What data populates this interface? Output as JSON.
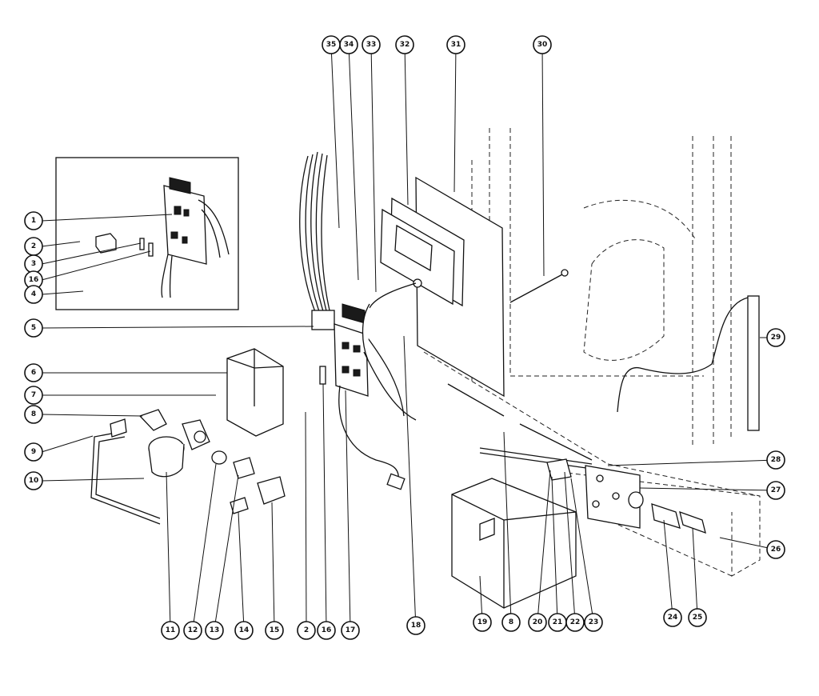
{
  "colors": {
    "ink": "#111111",
    "paper": "#ffffff"
  },
  "callouts": [
    {
      "id": "c1",
      "label": "1"
    },
    {
      "id": "c2a",
      "label": "2"
    },
    {
      "id": "c3",
      "label": "3"
    },
    {
      "id": "c16a",
      "label": "16"
    },
    {
      "id": "c4",
      "label": "4"
    },
    {
      "id": "c5",
      "label": "5"
    },
    {
      "id": "c6",
      "label": "6"
    },
    {
      "id": "c7",
      "label": "7"
    },
    {
      "id": "c8a",
      "label": "8"
    },
    {
      "id": "c9",
      "label": "9"
    },
    {
      "id": "c10",
      "label": "10"
    },
    {
      "id": "c11",
      "label": "11"
    },
    {
      "id": "c12",
      "label": "12"
    },
    {
      "id": "c13",
      "label": "13"
    },
    {
      "id": "c14",
      "label": "14"
    },
    {
      "id": "c15",
      "label": "15"
    },
    {
      "id": "c2b",
      "label": "2"
    },
    {
      "id": "c16b",
      "label": "16"
    },
    {
      "id": "c17",
      "label": "17"
    },
    {
      "id": "c18",
      "label": "18"
    },
    {
      "id": "c19",
      "label": "19"
    },
    {
      "id": "c8b",
      "label": "8"
    },
    {
      "id": "c20",
      "label": "20"
    },
    {
      "id": "c21",
      "label": "21"
    },
    {
      "id": "c22",
      "label": "22"
    },
    {
      "id": "c23",
      "label": "23"
    },
    {
      "id": "c24",
      "label": "24"
    },
    {
      "id": "c25",
      "label": "25"
    },
    {
      "id": "c26",
      "label": "26"
    },
    {
      "id": "c27",
      "label": "27"
    },
    {
      "id": "c28",
      "label": "28"
    },
    {
      "id": "c29",
      "label": "29"
    },
    {
      "id": "c30",
      "label": "30"
    },
    {
      "id": "c31",
      "label": "31"
    },
    {
      "id": "c32",
      "label": "32"
    },
    {
      "id": "c33",
      "label": "33"
    },
    {
      "id": "c34",
      "label": "34"
    },
    {
      "id": "c35",
      "label": "35"
    }
  ]
}
